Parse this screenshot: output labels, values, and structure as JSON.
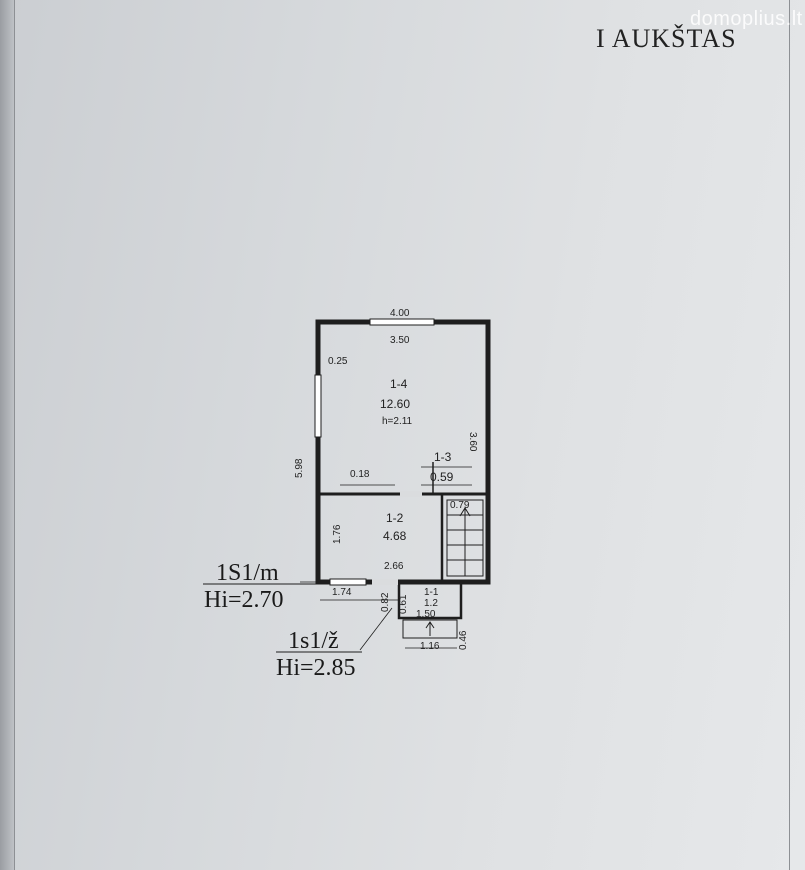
{
  "watermark": "domoplius.lt",
  "title": "I AUKŠTAS",
  "overall": {
    "width": "4.00",
    "inner_width": "3.50",
    "height": "5.98",
    "window_offset": "0.25"
  },
  "rooms": {
    "r14": {
      "id": "1-4",
      "area": "12.60",
      "height": "h=2.11",
      "side": "3.60"
    },
    "r13": {
      "id": "1-3",
      "area": "0.59",
      "dim": "0.79",
      "wall": "0.18"
    },
    "r12": {
      "id": "1-2",
      "area": "4.68",
      "side": "1.76",
      "width": "2.66"
    },
    "r11": {
      "id": "1-1",
      "area": "1.2",
      "dims": [
        "0.82",
        "0.61",
        "1.50",
        "1.16",
        "0.46"
      ]
    }
  },
  "bottom_dim": "1.74",
  "labels": {
    "l1": {
      "code": "1S1/m",
      "hi": "Hi=2.70"
    },
    "l2": {
      "code": "1s1/ž",
      "hi": "Hi=2.85"
    }
  }
}
